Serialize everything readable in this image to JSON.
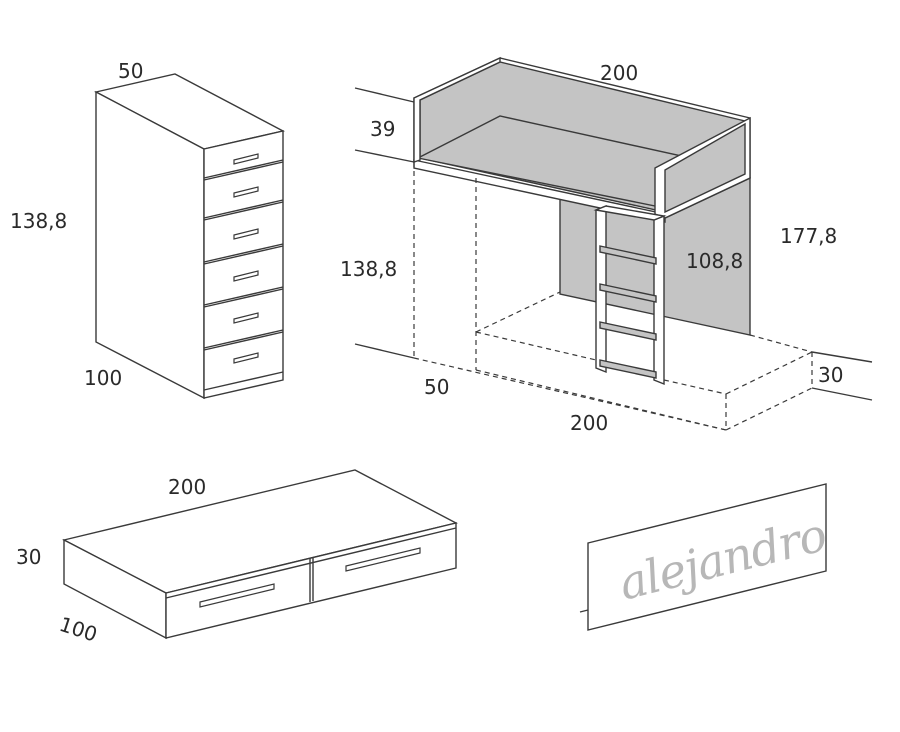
{
  "dimensions": {
    "chest_width": "50",
    "chest_height": "138,8",
    "chest_depth": "100",
    "loft_length": "200",
    "loft_top_height": "39",
    "loft_under_height": "138,8",
    "loft_inner_height": "108,8",
    "loft_total_height": "177,8",
    "loft_base_depth": "50",
    "loft_base_length": "200",
    "loft_base_height": "30",
    "trundle_length": "200",
    "trundle_height": "30",
    "trundle_depth": "100"
  },
  "panel": {
    "logo_text": "alejandro"
  },
  "colors": {
    "line": "#3a3a3a",
    "panel_gray": "#c4c4c4",
    "logo_gray": "#b7b7b7"
  }
}
